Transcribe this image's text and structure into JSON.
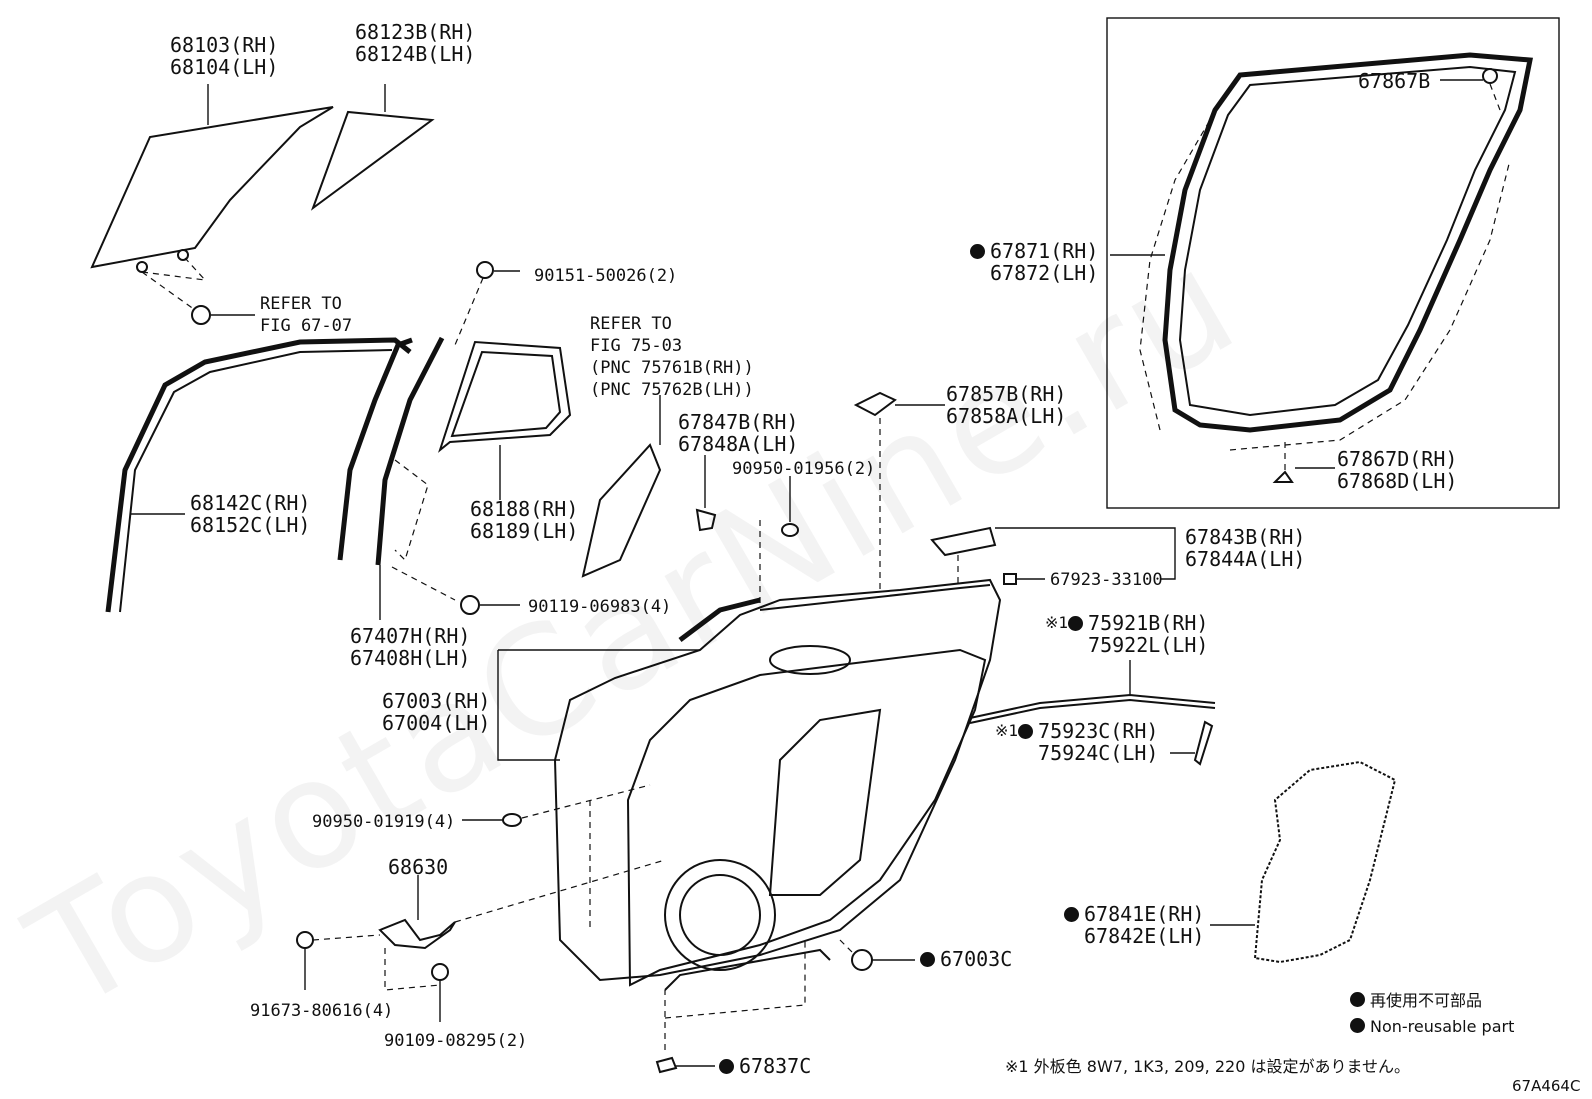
{
  "watermark": "ToyotaCarNine.ru",
  "figure_code": "67A464C",
  "labels": {
    "glass_main": "68103(RH)\n68104(LH)",
    "glass_quarter": "68123B(RH)\n68124B(LH)",
    "refer_67": "REFER TO\nFIG 67-07",
    "bolt_90151": "90151-50026(2)",
    "refer_75": "REFER TO\nFIG 75-03\n(PNC 75761B(RH))\n(PNC 75762B(LH))",
    "run_channel": "68142C(RH)\n68152C(LH)",
    "quarter_frame": "68188(RH)\n68189(LH)",
    "garnish_67847": "67847B(RH)\n67848A(LH)",
    "plug_90950_2": "90950-01956(2)",
    "bracket_67857": "67857B(RH)\n67858A(LH)",
    "weatherstrip_67871": "67871(RH)\n67872(LH)",
    "clip_67867b": "67867B",
    "clip_67867d": "67867D(RH)\n67868D(LH)",
    "bracket_67843": "67843B(RH)\n67844A(LH)",
    "clip_67923": "67923-33100",
    "bolt_90119": "90119-06983(4)",
    "division_bar": "67407H(RH)\n67408H(LH)",
    "moulding_75921": "75921B(RH)\n75922L(LH)",
    "moulding_75923": "75923C(RH)\n75924C(LH)",
    "door_panel": "67003(RH)\n67004(LH)",
    "plug_90950_4": "90950-01919(4)",
    "check_68630": "68630",
    "bolt_91673": "91673-80616(4)",
    "bolt_90109": "90109-08295(2)",
    "hole_cover_67003c": "67003C",
    "service_hole_67841": "67841E(RH)\n67842E(LH)",
    "plug_67837c": "67837C",
    "mark_1": "※1"
  },
  "legend": {
    "item1": "再使用不可部品",
    "item2": "Non-reusable part"
  },
  "footnote": "※1 外板色 8W7, 1K3, 209, 220 は設定がありません。"
}
